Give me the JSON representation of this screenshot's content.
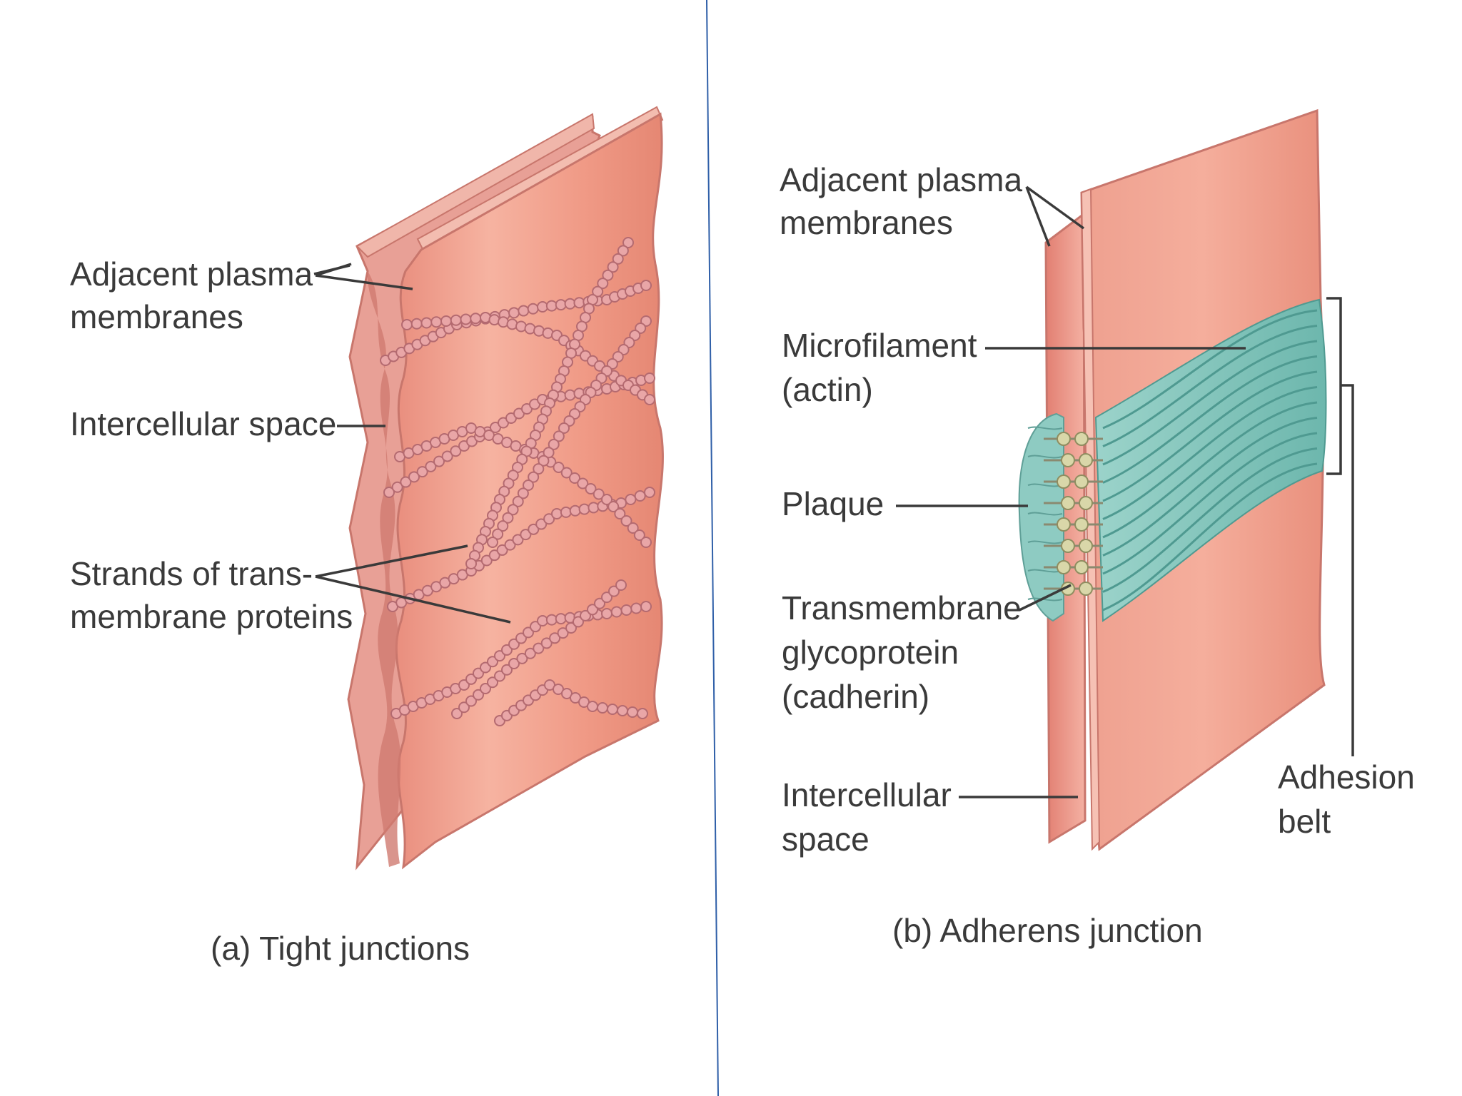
{
  "panel_a": {
    "labels": {
      "adjacent_1": "Adjacent plasma",
      "adjacent_2": "membranes",
      "intercellular": "Intercellular space",
      "strands_1": "Strands of trans-",
      "strands_2": "membrane proteins"
    },
    "caption": "(a) Tight junctions"
  },
  "panel_b": {
    "labels": {
      "adjacent_1": "Adjacent plasma",
      "adjacent_2": "membranes",
      "microfilament_1": "Microfilament",
      "microfilament_2": "(actin)",
      "plaque": "Plaque",
      "transmembrane_1": "Transmembrane",
      "transmembrane_2": "glycoprotein",
      "transmembrane_3": "(cadherin)",
      "intercellular_1": "Intercellular",
      "intercellular_2": "space",
      "adhesion_1": "Adhesion",
      "adhesion_2": "belt"
    },
    "caption": "(b) Adherens junction"
  },
  "colors": {
    "membrane": "#f2a08c",
    "membrane_dark": "#d9786a",
    "membrane_light": "#f8c2b2",
    "strand": "#c9757a",
    "actin": "#7fc4bb",
    "actin_dark": "#4f9a91",
    "divider": "#2f5fa8"
  }
}
